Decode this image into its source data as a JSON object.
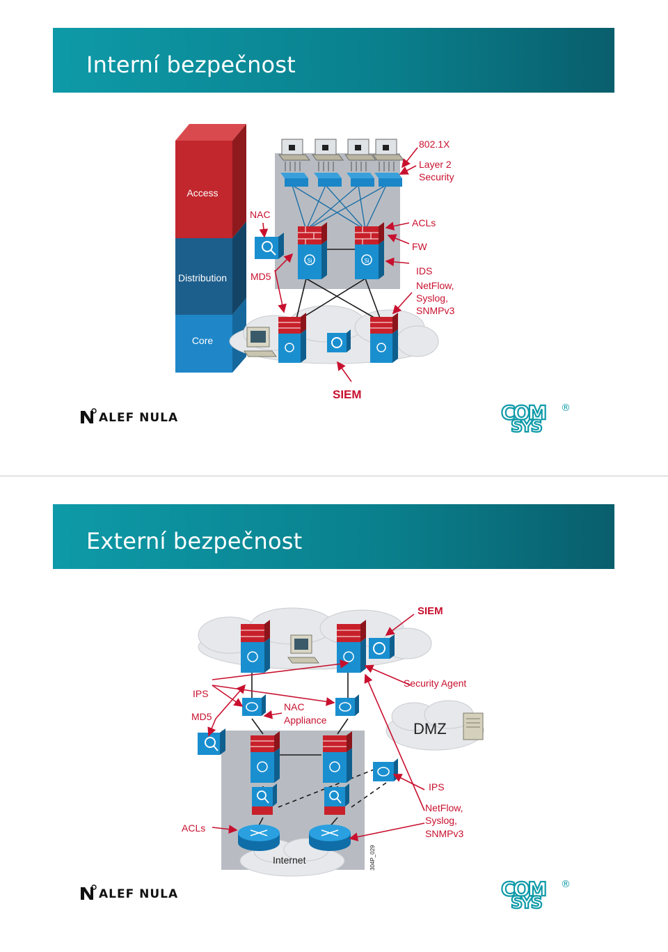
{
  "slide1": {
    "title": "Interní bezpečnost",
    "layers": {
      "access": "Access",
      "distribution": "Distribution",
      "core": "Core"
    },
    "labels": {
      "nac": "NAC",
      "md5": "MD5",
      "dot1x": "802.1X",
      "layer2_line1": "Layer 2",
      "layer2_line2": "Security",
      "acls": "ACLs",
      "fw": "FW",
      "ids": "IDS",
      "netflow": "NetFlow,",
      "syslog": "Syslog,",
      "snmp": "SNMPv3",
      "siem": "SIEM"
    }
  },
  "slide2": {
    "title": "Externí bezpečnost",
    "labels": {
      "siem": "SIEM",
      "security_agent": "Security Agent",
      "ips_left": "IPS",
      "md5": "MD5",
      "nac_line1": "NAC",
      "nac_line2": "Appliance",
      "dmz": "DMZ",
      "ips_right": "IPS",
      "netflow": "NetFlow,",
      "syslog": "Syslog,",
      "snmp": "SNMPv3",
      "acls": "ACLs",
      "internet": "Internet",
      "figure_code": "304P_029"
    }
  },
  "footer": {
    "alef_logo_text": "ALEF NULA",
    "comsys_top": "COM",
    "comsys_bottom": "SYS",
    "registered": "®"
  },
  "colors": {
    "title_bar": "#0e9aa8",
    "access_layer": "#c1272d",
    "distribution_layer": "#1d5f8c",
    "core_layer": "#1f86c8",
    "annotation_red": "#c8102e",
    "device_blue": "#1a8fd0",
    "device_red": "#c8202a"
  }
}
